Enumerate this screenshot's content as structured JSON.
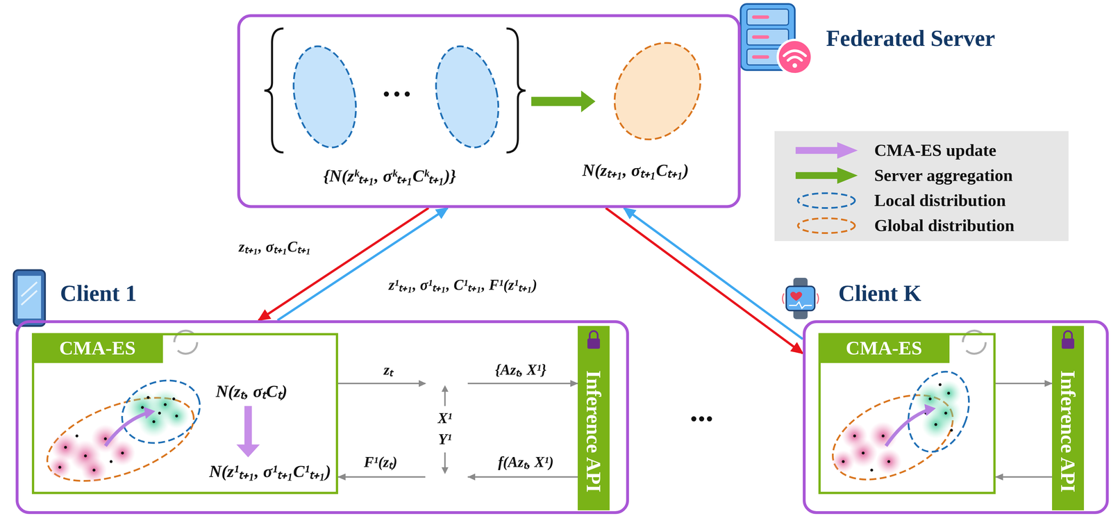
{
  "diagram": {
    "nodes": [
      {
        "text": [
          "Federated Server",
          "{N(zᵏₜ₊₁, σᵏₜ₊₁Cᵏₜ₊₁)}",
          "N(zₜ₊₁, σₜ₊₁Cₜ₊₁)"
        ]
      },
      {
        "text": [
          "Client 1"
        ]
      },
      {
        "text": [
          "CMA-ES",
          "N(zₜ, σₜCₜ)",
          "N(z¹ₜ₊₁, σ¹ₜ₊₁C¹ₜ₊₁)"
        ],
        "in": 1
      },
      {
        "text": [
          "Inference API"
        ],
        "in": 1
      },
      {
        "text": [
          "Client K"
        ]
      },
      {
        "text": [
          "CMA-ES"
        ],
        "in": 4
      },
      {
        "text": [
          "Inference API"
        ],
        "in": 4
      }
    ],
    "edges": [
      {
        "from": 0,
        "to": 1,
        "arrow": "to",
        "label": "zₜ₊₁, σₜ₊₁Cₜ₊₁"
      },
      {
        "from": 1,
        "to": 0,
        "arrow": "to",
        "label": "z¹ₜ₊₁, σ¹ₜ₊₁, C¹ₜ₊₁, F¹(z¹ₜ₊₁)"
      },
      {
        "from": 0,
        "to": 4,
        "arrow": "to"
      },
      {
        "from": 4,
        "to": 0,
        "arrow": "to"
      },
      {
        "from": 2,
        "to": 3,
        "arrow": "to",
        "label": "zₜ"
      },
      {
        "from": 3,
        "to": 2,
        "arrow": "to",
        "label": "F¹(zₜ)"
      },
      {
        "from": 5,
        "to": 6,
        "arrow": "to"
      },
      {
        "from": 6,
        "to": 5,
        "arrow": "to"
      }
    ],
    "labels": [
      "{Azₜ, X¹}",
      "X¹",
      "Y¹",
      "f(Azₜ, X¹)",
      "···",
      "..."
    ],
    "legend": [
      {
        "text": "CMA-ES update",
        "color": "#c78ee8"
      },
      {
        "text": "Server aggregation",
        "color": "#6aaa1e"
      },
      {
        "text": "Local distribution"
      },
      {
        "text": "Global distribution"
      }
    ]
  }
}
